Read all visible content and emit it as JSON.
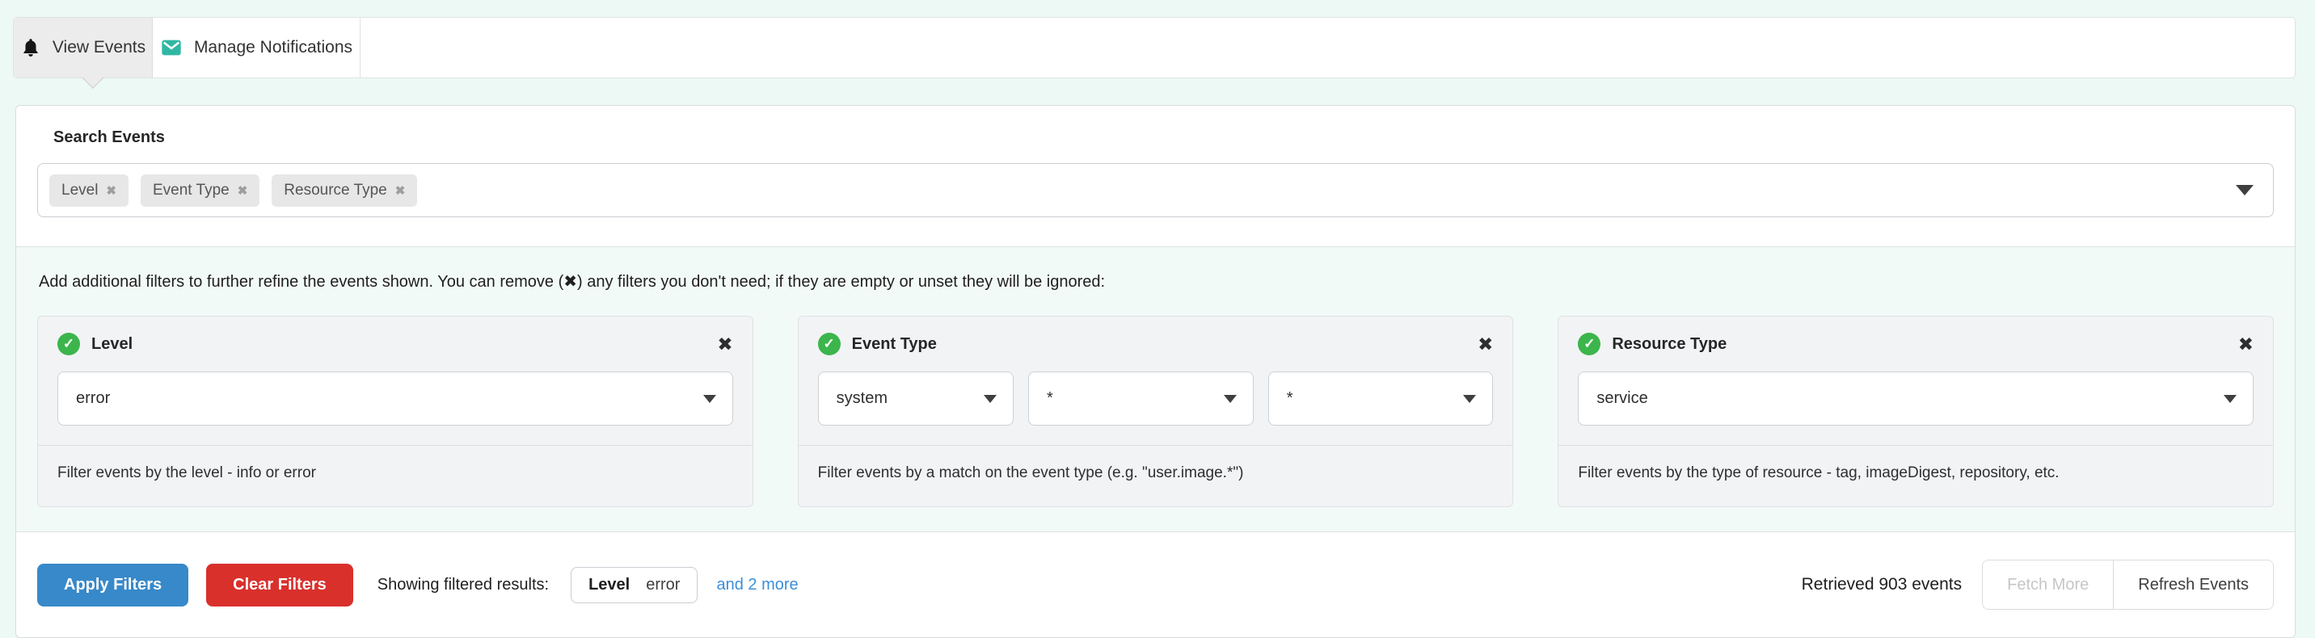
{
  "tabs": [
    {
      "label": "View Events",
      "icon": "bell-icon",
      "active": true
    },
    {
      "label": "Manage Notifications",
      "icon": "envelope-icon",
      "active": false
    }
  ],
  "search": {
    "heading": "Search Events",
    "chips": [
      {
        "label": "Level",
        "remove": "✖"
      },
      {
        "label": "Event Type",
        "remove": "✖"
      },
      {
        "label": "Resource Type",
        "remove": "✖"
      }
    ]
  },
  "filters": {
    "intro": "Add additional filters to further refine the events shown. You can remove (✖) any filters you don't need; if they are empty or unset they will be ignored:",
    "close_glyph": "✖",
    "check_glyph": "✓",
    "cards": [
      {
        "title": "Level",
        "selects": [
          "error"
        ],
        "help": "Filter events by the level - info or error"
      },
      {
        "title": "Event Type",
        "selects": [
          "system",
          "*",
          "*"
        ],
        "help": "Filter events by a match on the event type (e.g. \"user.image.*\")"
      },
      {
        "title": "Resource Type",
        "selects": [
          "service"
        ],
        "help": "Filter events by the type of resource - tag, imageDigest, repository, etc."
      }
    ]
  },
  "footer": {
    "apply_label": "Apply Filters",
    "clear_label": "Clear Filters",
    "showing_label": "Showing filtered results:",
    "pill": {
      "name": "Level",
      "value": "error"
    },
    "more_link": "and 2 more",
    "retrieved": "Retrieved 903 events",
    "fetch_label": "Fetch More",
    "refresh_label": "Refresh Events"
  },
  "colors": {
    "page_bg": "#ecf9f5",
    "accent_teal": "#30b7a3",
    "accent_green": "#3cb54c",
    "accent_blue": "#3789c9",
    "accent_red": "#d9302c",
    "link_blue": "#3b8fd9"
  }
}
